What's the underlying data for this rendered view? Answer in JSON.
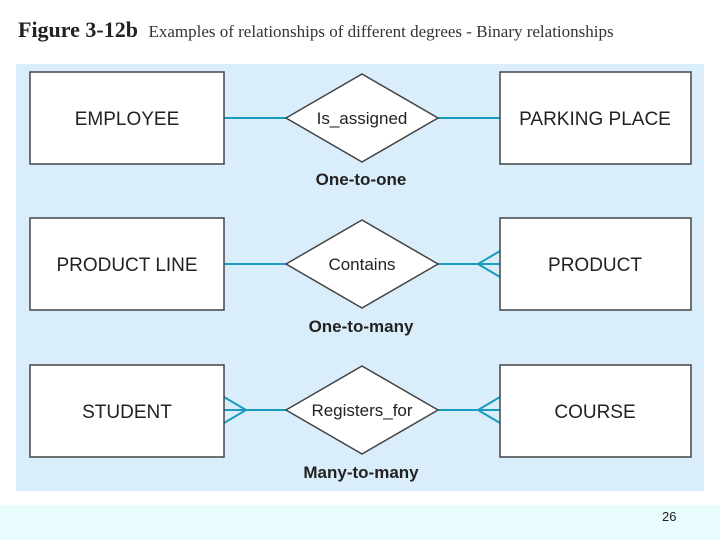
{
  "slide": {
    "figure_number": "Figure 3-12b",
    "figure_caption": "Examples of relationships of different degrees - Binary relationships",
    "page_number": "26"
  },
  "colors": {
    "panel_background": "#d9eefa",
    "connector_line": "#1a9bbf",
    "footer_band": "#e8fbfd"
  },
  "relationships": [
    {
      "left_entity": "EMPLOYEE",
      "relationship": "Is_assigned",
      "right_entity": "PARKING PLACE",
      "degree": "One-to-one",
      "left_cardinality": "one",
      "right_cardinality": "one"
    },
    {
      "left_entity": "PRODUCT LINE",
      "relationship": "Contains",
      "right_entity": "PRODUCT",
      "degree": "One-to-many",
      "left_cardinality": "one",
      "right_cardinality": "many"
    },
    {
      "left_entity": "STUDENT",
      "relationship": "Registers_for",
      "right_entity": "COURSE",
      "degree": "Many-to-many",
      "left_cardinality": "many",
      "right_cardinality": "many"
    }
  ]
}
